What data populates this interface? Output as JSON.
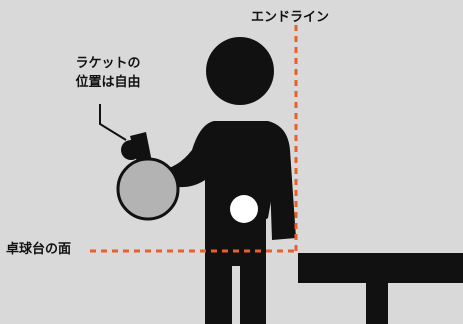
{
  "labels": {
    "end_line": "エンドライン",
    "racket_line1": "ラケットの",
    "racket_line2": "位置は自由",
    "table_surface": "卓球台の面"
  },
  "colors": {
    "background": "#d9d9d9",
    "figure": "#111111",
    "dashed_line": "#e8602c",
    "racket_face": "#b3b3b3",
    "ball": "#ffffff"
  }
}
